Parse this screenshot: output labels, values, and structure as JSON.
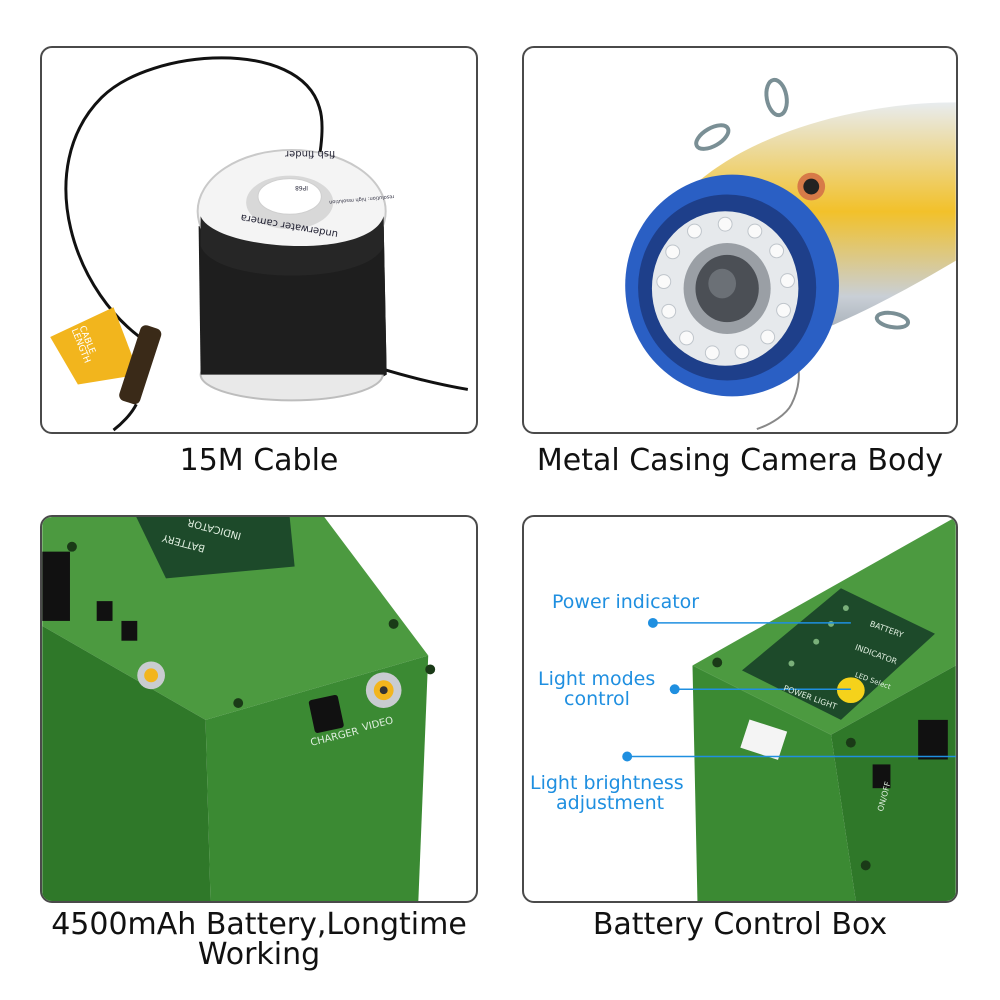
{
  "panels": [
    {
      "caption": "15M Cable",
      "spool_texts": [
        "fish finder",
        "underwater camera",
        "resolution: high resolution",
        "IP68"
      ],
      "tag_text": [
        "CABLE",
        "LENGTH"
      ]
    },
    {
      "caption": "Metal Casing Camera Body"
    },
    {
      "caption_lines": [
        "4500mAh Battery,Longtime",
        "Working"
      ],
      "box_labels": [
        "BATTERY",
        "INDICATOR",
        "CHARGER",
        "VIDEO"
      ]
    },
    {
      "caption": "Battery Control Box",
      "callouts": [
        "Power indicator",
        "Light modes",
        "control",
        "Light brightness",
        "adjustment"
      ],
      "box_labels": [
        "BATTERY",
        "INDICATOR",
        "LED Select",
        "POWER LIGHT",
        "ON/OFF"
      ]
    }
  ],
  "colors": {
    "callout": "#1f8fe0",
    "box_green": "#3f8e3a",
    "panel_border": "#4a4a4a"
  }
}
